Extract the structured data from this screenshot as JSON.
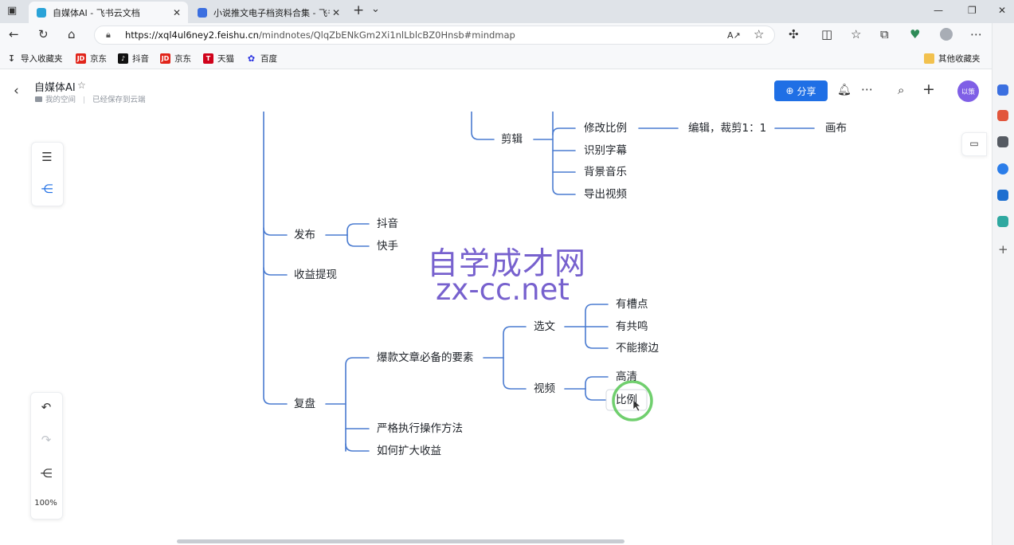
{
  "browser": {
    "tabs": [
      {
        "title": "自媒体AI - 飞书云文档",
        "close": "✕"
      },
      {
        "title": "小说推文电子档资料合集 - 飞书云文档",
        "close": "✕"
      }
    ],
    "new_tab": "+",
    "tab_list": "⌄",
    "url_host": "https://xql4ul6ney2.feishu.cn",
    "url_path": "/mindnotes/QlqZbENkGm2Xi1nlLblcBZ0Hnsb#mindmap",
    "bookmarks": [
      {
        "label": "导入收藏夹",
        "color": "#555555",
        "glyph": "↧"
      },
      {
        "label": "京东",
        "color": "#e1251b",
        "glyph": "JD"
      },
      {
        "label": "抖音",
        "color": "#111111",
        "glyph": "♪"
      },
      {
        "label": "京东",
        "color": "#e1251b",
        "glyph": "JD"
      },
      {
        "label": "天猫",
        "color": "#d0021b",
        "glyph": "T"
      },
      {
        "label": "百度",
        "color": "#2932e1",
        "glyph": "✿"
      }
    ],
    "other_bookmarks": "其他收藏夹"
  },
  "app": {
    "doc_title": "自媒体AI",
    "location": "我的空间",
    "save_status": "已经保存到云端",
    "share_label": "分享",
    "avatar_text": "以策",
    "zoom": "100%"
  },
  "mindmap": {
    "edit": {
      "label": "剪辑",
      "children": [
        "修改比例",
        "识别字幕",
        "背景音乐",
        "导出视频"
      ],
      "ratio_detail": "编辑，裁剪1：1",
      "ratio_target": "画布"
    },
    "publish": {
      "label": "发布",
      "children": [
        "抖音",
        "快手"
      ]
    },
    "withdraw": "收益提现",
    "review": {
      "label": "复盘",
      "elements": {
        "label": "爆款文章必备的要素",
        "article": {
          "label": "选文",
          "children": [
            "有槽点",
            "有共鸣",
            "不能擦边"
          ]
        },
        "video": {
          "label": "视频",
          "children": [
            "高清",
            "比例"
          ]
        }
      },
      "strict": "严格执行操作方法",
      "expand": "如何扩大收益"
    }
  },
  "watermark": {
    "line1": "自学成才网",
    "line2": "zx-cc.net"
  },
  "colors": {
    "line": "#4a7bd0",
    "accent": "#1f6fe5",
    "avatar": "#7f5fe6",
    "cursor_ring": "#5cc85a"
  }
}
